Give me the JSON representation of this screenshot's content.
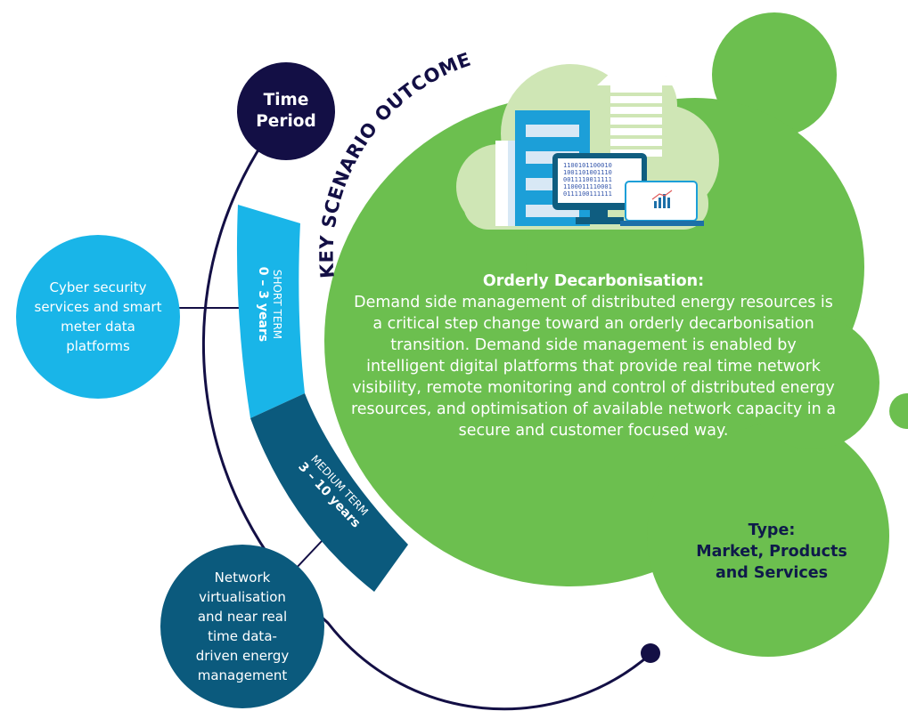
{
  "diagram": {
    "header_label": "KEY SCENARIO OUTCOME",
    "time_period": {
      "line1": "Time",
      "line2": "Period"
    },
    "short_term": {
      "label": "SHORT TERM",
      "years": "0 – 3 years"
    },
    "medium_term": {
      "label": "MEDIUM TERM",
      "years": "3 – 10 years"
    },
    "short_term_outcome": "Cyber security services and smart meter data platforms",
    "medium_term_outcome": "Network virtualisation and near real time data-driven energy management",
    "outcome": {
      "heading": "Orderly Decarbonisation:",
      "body": "Demand side management of distributed energy resources is a critical step change toward an orderly decarbonisation transition. Demand side management is enabled by intelligent digital platforms that provide real time network visibility, remote monitoring and control of distributed energy resources, and optimisation of available network capacity in a secure and customer focused way."
    },
    "type": {
      "label": "Type:",
      "value": "Market, Products and Services"
    },
    "illustration": {
      "icons": [
        "cloud-icon",
        "upload-arrow-icon",
        "building-icon",
        "computer-monitor-icon",
        "laptop-chart-icon"
      ],
      "binary_lines": [
        "1100101100010",
        "1001101001110",
        "0011110011111",
        "1100011110001",
        "0111100111111"
      ]
    },
    "colors": {
      "green": "#6cbf4f",
      "navy": "#130f45",
      "sky_blue": "#19b5e8",
      "teal_dark": "#0b5a7d",
      "building_blue": "#1c9fd8",
      "cloud": "#cfe6b5"
    }
  }
}
